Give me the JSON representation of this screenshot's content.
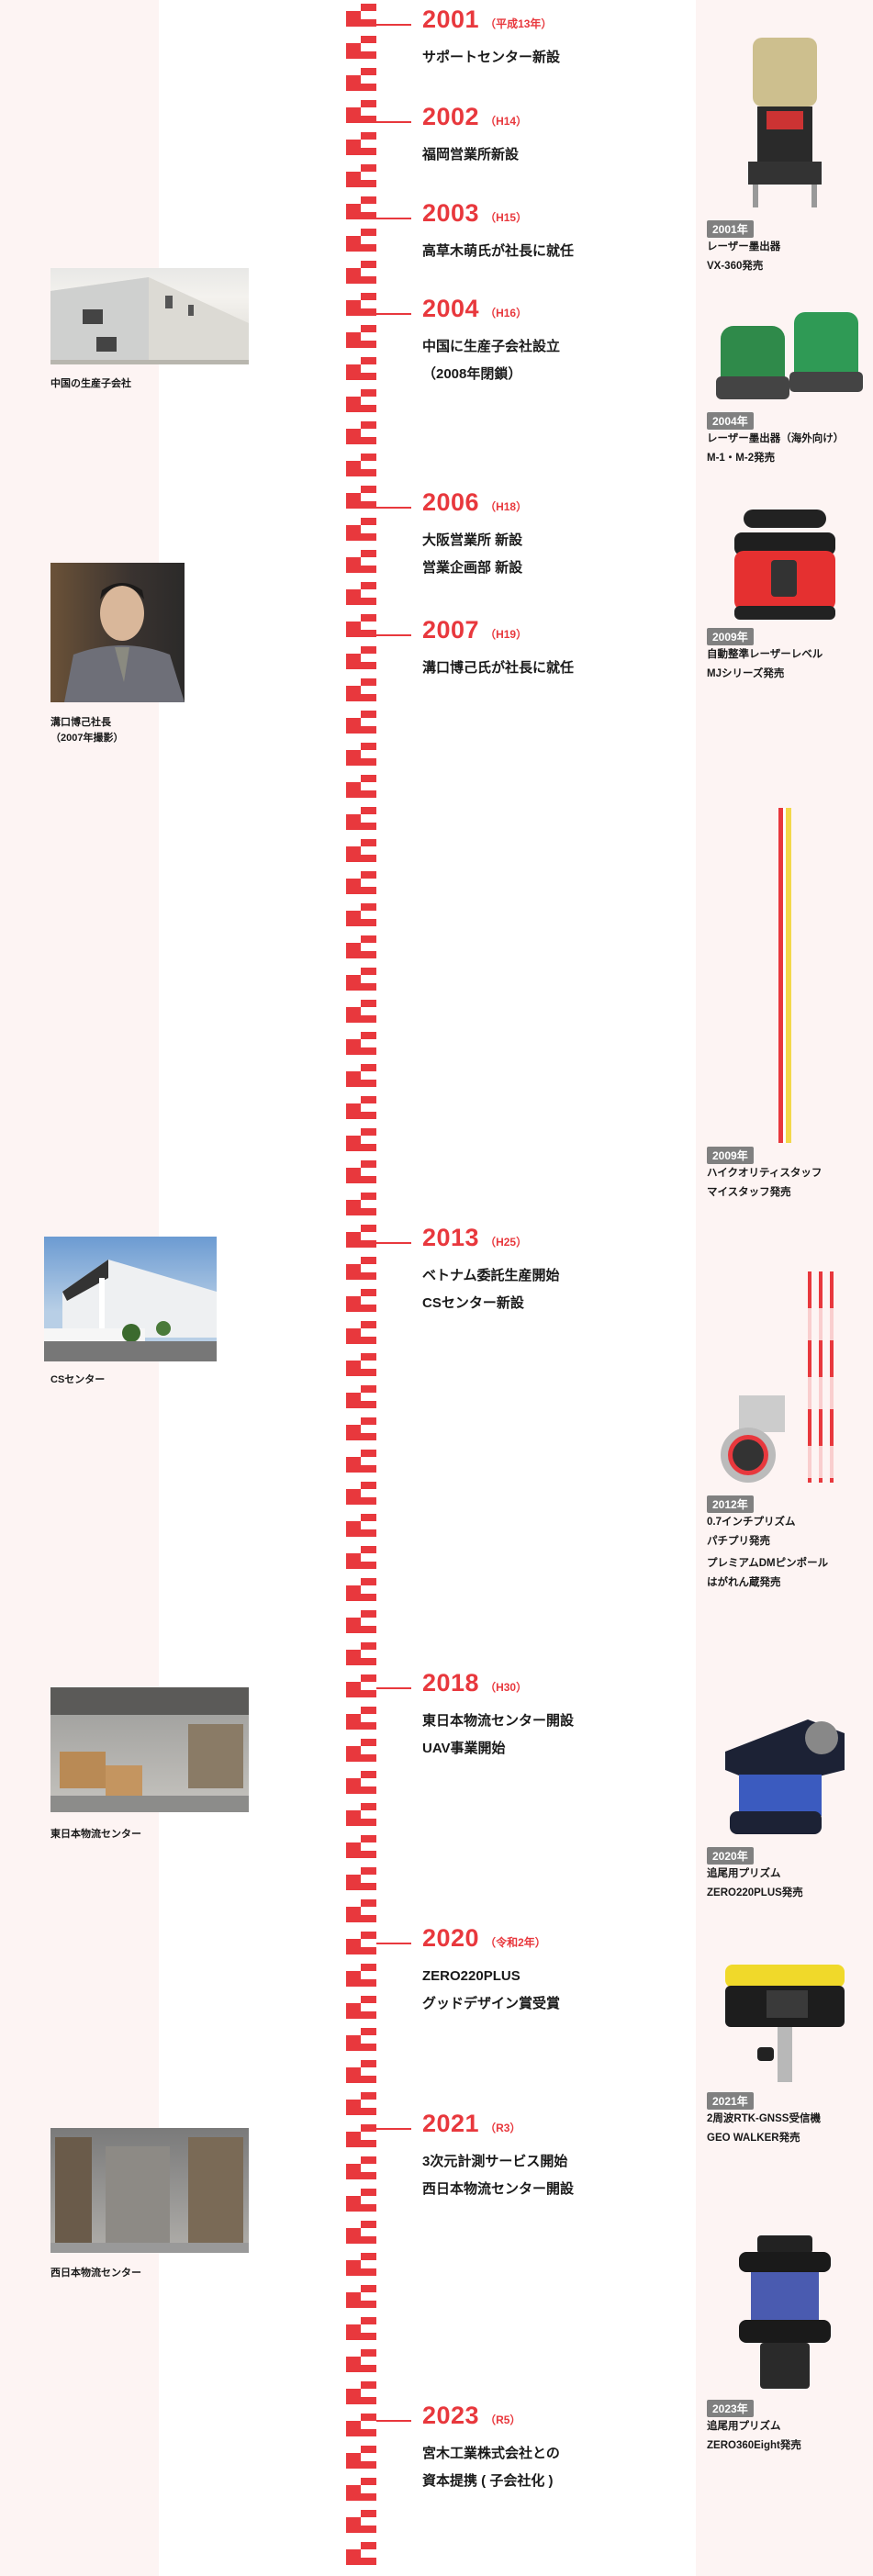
{
  "colors": {
    "accent": "#e8383d",
    "panel": "#fdf4f3",
    "badge": "#808080"
  },
  "events": [
    {
      "year": "2001",
      "era": "（平成13年）",
      "lines": [
        "サポートセンター新設"
      ]
    },
    {
      "year": "2002",
      "era": "（H14）",
      "lines": [
        "福岡営業所新設"
      ]
    },
    {
      "year": "2003",
      "era": "（H15）",
      "lines": [
        "高草木萌氏が社長に就任"
      ]
    },
    {
      "year": "2004",
      "era": "（H16）",
      "lines": [
        "中国に生産子会社設立",
        "（2008年閉鎖）"
      ]
    },
    {
      "year": "2006",
      "era": "（H18）",
      "lines": [
        "大阪営業所 新設",
        "営業企画部 新設"
      ]
    },
    {
      "year": "2007",
      "era": "（H19）",
      "lines": [
        "溝口博己氏が社長に就任"
      ]
    },
    {
      "year": "2013",
      "era": "（H25）",
      "lines": [
        "ベトナム委託生産開始",
        "CSセンター新設"
      ]
    },
    {
      "year": "2018",
      "era": "（H30）",
      "lines": [
        "東日本物流センター開設",
        "UAV事業開始"
      ]
    },
    {
      "year": "2020",
      "era": "（令和2年）",
      "lines": [
        "ZERO220PLUS",
        "グッドデザイン賞受賞"
      ]
    },
    {
      "year": "2021",
      "era": "（R3）",
      "lines": [
        "3次元計測サービス開始",
        "西日本物流センター開設"
      ]
    },
    {
      "year": "2023",
      "era": "（R5）",
      "lines": [
        "宮木工業株式会社との",
        "資本提携 ( 子会社化 )"
      ]
    }
  ],
  "photos": [
    {
      "caption": [
        "中国の生産子会社"
      ]
    },
    {
      "caption": [
        "溝口博己社長",
        "（2007年撮影）"
      ]
    },
    {
      "caption": [
        "CSセンター"
      ]
    },
    {
      "caption": [
        "東日本物流センター"
      ]
    },
    {
      "caption": [
        "西日本物流センター"
      ]
    }
  ],
  "products": [
    {
      "badge": "2001年",
      "lines": [
        "レーザー墨出器",
        "VX-360発売"
      ]
    },
    {
      "badge": "2004年",
      "lines": [
        "レーザー墨出器（海外向け）",
        "M-1・M-2発売"
      ]
    },
    {
      "badge": "2009年",
      "lines": [
        "自動整準レーザーレベル",
        "MJシリーズ発売"
      ]
    },
    {
      "badge": "2009年",
      "lines": [
        "ハイクオリティスタッフ",
        "マイスタッフ発売"
      ]
    },
    {
      "badge": "2012年",
      "lines": [
        "0.7インチプリズム",
        "パチプリ発売",
        "プレミアムDMピンポール",
        "はがれん蔵発売"
      ]
    },
    {
      "badge": "2020年",
      "lines": [
        "追尾用プリズム",
        "ZERO220PLUS発売"
      ]
    },
    {
      "badge": "2021年",
      "lines": [
        "2周波RTK-GNSS受信機",
        "GEO WALKER発売"
      ]
    },
    {
      "badge": "2023年",
      "lines": [
        "追尾用プリズム",
        "ZERO360Eight発売"
      ]
    }
  ]
}
